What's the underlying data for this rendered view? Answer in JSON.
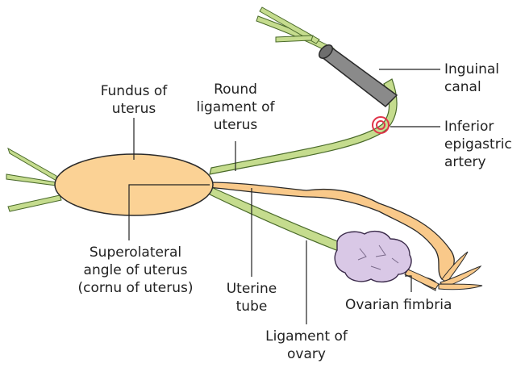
{
  "colors": {
    "ligament_green": "#c5dc8e",
    "ligament_outline": "#4a6a2a",
    "uterus_fill": "#fbd295",
    "uterus_outline": "#2a2a2a",
    "tube_fill": "#f9c98a",
    "ovary_fill": "#d9c8e6",
    "canal_fill": "#8a8a8a",
    "artery_ring": "#e0344a",
    "text": "#222222"
  },
  "labels": {
    "fundus": [
      "Fundus of",
      "uterus"
    ],
    "round_ligament": [
      "Round",
      "ligament of",
      "uterus"
    ],
    "inguinal_canal": [
      "Inguinal",
      "canal"
    ],
    "inferior_epigastric": [
      "Inferior",
      "epigastric",
      "artery"
    ],
    "superolateral": [
      "Superolateral",
      "angle of uterus",
      "(cornu of uterus)"
    ],
    "uterine_tube": [
      "Uterine",
      "tube"
    ],
    "ovarian_fimbria": [
      "Ovarian fimbria"
    ],
    "ligament_of_ovary": [
      "Ligament of",
      "ovary"
    ]
  }
}
